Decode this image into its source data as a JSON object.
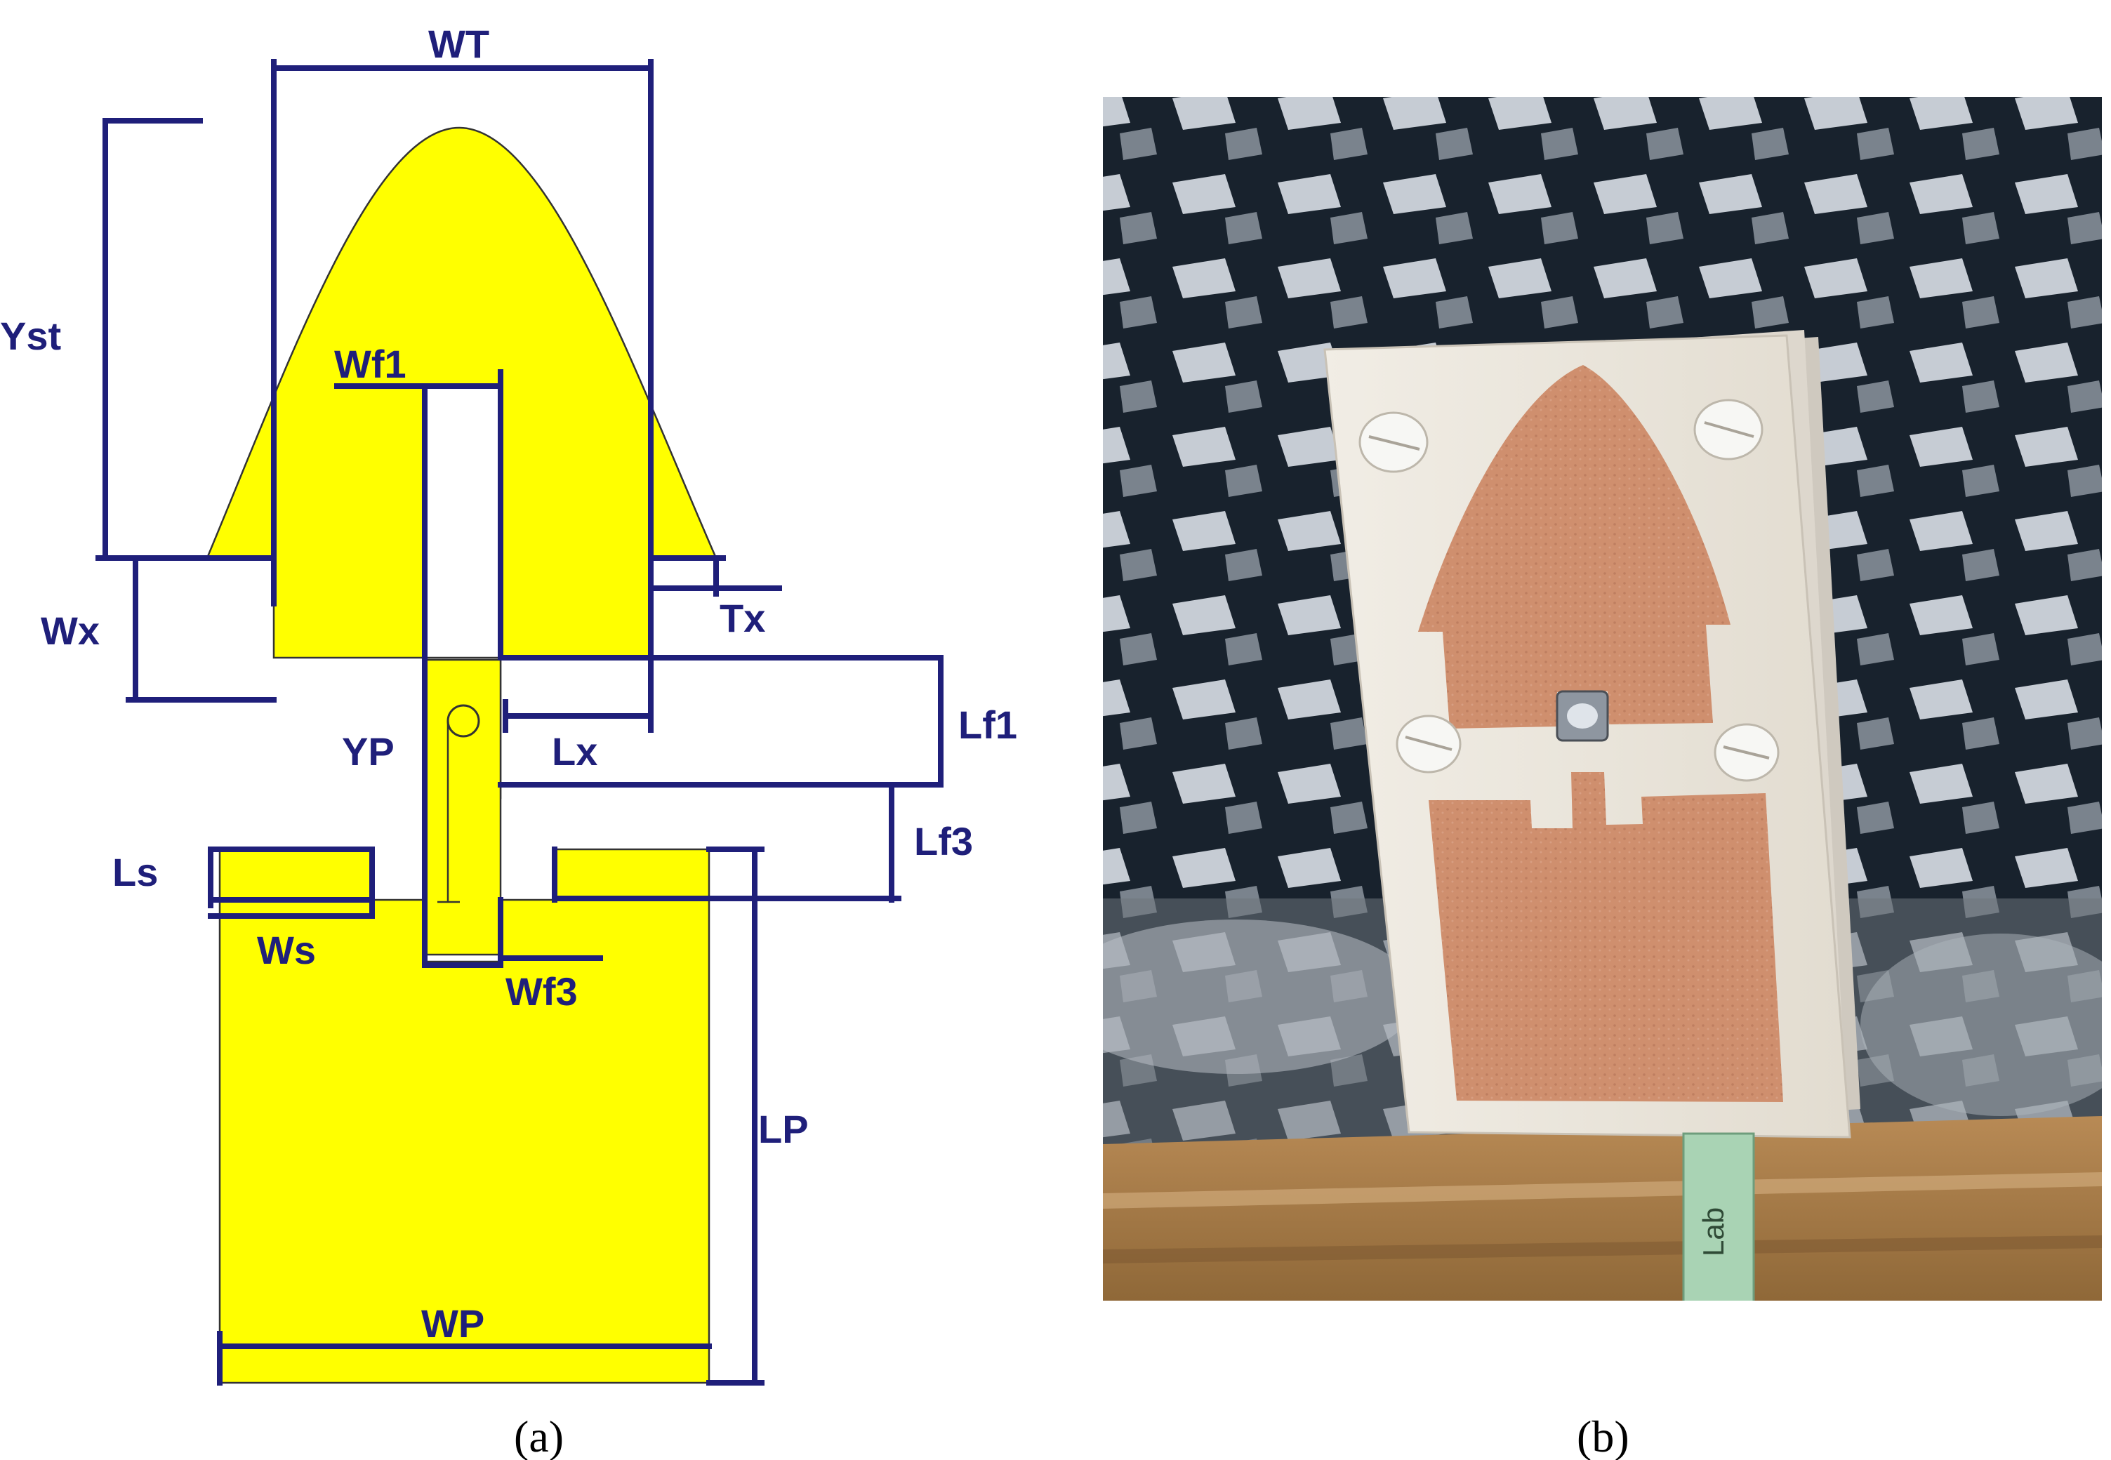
{
  "panel_a": {
    "caption": "(a)",
    "labels": {
      "wt": "WT",
      "yst": "Yst",
      "wf1": "Wf1",
      "wx": "Wx",
      "tx": "Tx",
      "lf1": "Lf1",
      "yp": "YP",
      "lx": "Lx",
      "lf3": "Lf3",
      "ls": "Ls",
      "ws": "Ws",
      "wf3": "Wf3",
      "lp": "LP",
      "wp": "WP"
    },
    "colors": {
      "patch": "#ffff00",
      "dimension": "#1f1f7a"
    }
  },
  "panel_b": {
    "caption": "(b)",
    "tube_text": "Lab",
    "colors": {
      "board": "#ebe6dc",
      "copper": "#cf8f6e",
      "background": "#1b2530"
    }
  }
}
